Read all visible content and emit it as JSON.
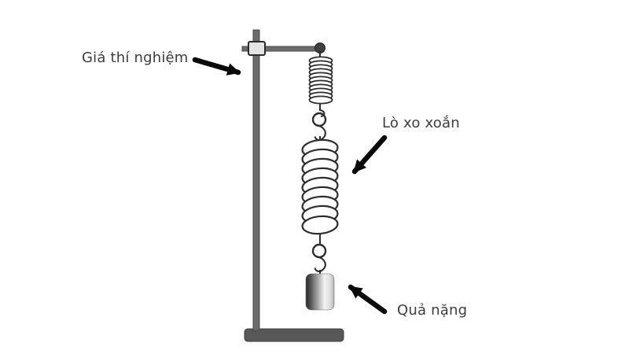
{
  "labels": {
    "stand": "Giá thí nghiệm",
    "spring": "Lò xo xoắn",
    "weight": "Quả nặng"
  },
  "colors": {
    "background": "#ffffff",
    "label_text": "#3d3d3d",
    "arrow": "#0a0a0a",
    "stand_gray": "#6b6b6b",
    "stand_edge": "#4a4a4a",
    "base_gray": "#575757",
    "clamp_fill": "#e4e4e4",
    "clamp_border": "#2b2b2b",
    "knob_gray": "#3f3f3f",
    "spring_stroke": "#2d2d2d",
    "weight_dark": "#2b2b2b",
    "weight_mid": "#9a9a9a",
    "weight_light": "#f2f2f2",
    "weight_right": "#b5b5b5"
  }
}
